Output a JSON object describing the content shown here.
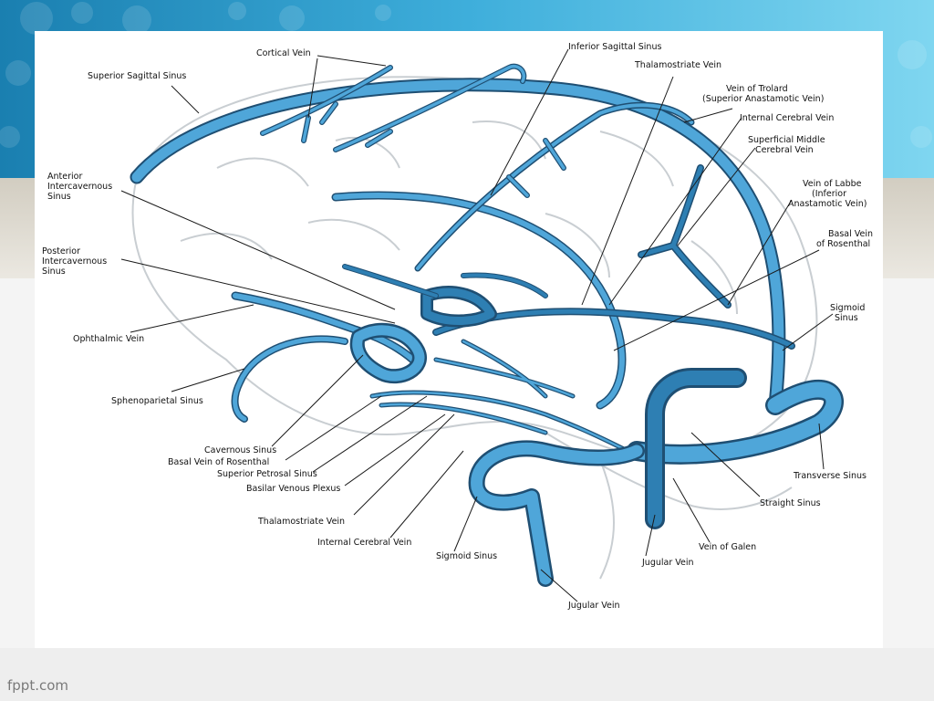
{
  "slide": {
    "footer_brand": "fppt.com",
    "colors": {
      "header_band_top": "#1e88b8",
      "header_band_bottom": "#5fc4e8",
      "beige_band": "#d8d3c8",
      "vein_fill": "#4fa6d9",
      "vein_outline": "#1f4f73",
      "brain_outline": "#c9ced2"
    }
  },
  "diagram": {
    "labels": {
      "cortical_vein": "Cortical Vein",
      "superior_sagittal_sinus": "Superior Sagittal Sinus",
      "inferior_sagittal_sinus": "Inferior Sagittal Sinus",
      "thalamostriate_vein_top": "Thalamostriate Vein",
      "vein_of_trolard_1": "Vein of Trolard",
      "vein_of_trolard_2": "(Superior Anastamotic Vein)",
      "internal_cerebral_vein_top": "Internal Cerebral Vein",
      "superficial_middle_1": "Superficial Middle",
      "superficial_middle_2": "Cerebral Vein",
      "vein_of_labbe_1": "Vein of Labbe",
      "vein_of_labbe_2": "(Inferior",
      "vein_of_labbe_3": "Anastamotic Vein)",
      "basal_vein_right_1": "Basal Vein",
      "basal_vein_right_2": "of Rosenthal",
      "sigmoid_sinus_right_1": "Sigmoid",
      "sigmoid_sinus_right_2": "Sinus",
      "anterior_intercavernous_1": "Anterior",
      "anterior_intercavernous_2": "Intercavernous",
      "anterior_intercavernous_3": "Sinus",
      "posterior_intercavernous_1": "Posterior",
      "posterior_intercavernous_2": "Intercavernous",
      "posterior_intercavernous_3": "Sinus",
      "ophthalmic_vein": "Ophthalmic Vein",
      "sphenoparietal_sinus": "Sphenoparietal Sinus",
      "cavernous_sinus": "Cavernous Sinus",
      "basal_vein_left": "Basal Vein of Rosenthal",
      "superior_petrosal_sinus": "Superior Petrosal Sinus",
      "basilar_venous_plexus": "Basilar Venous Plexus",
      "thalamostriate_vein_bottom": "Thalamostriate Vein",
      "internal_cerebral_vein_bottom": "Internal Cerebral Vein",
      "sigmoid_sinus_bottom": "Sigmoid Sinus",
      "jugular_vein_bottom": "Jugular Vein",
      "jugular_vein_mid": "Jugular Vein",
      "vein_of_galen": "Vein of Galen",
      "straight_sinus": "Straight Sinus",
      "transverse_sinus": "Transverse Sinus"
    }
  }
}
